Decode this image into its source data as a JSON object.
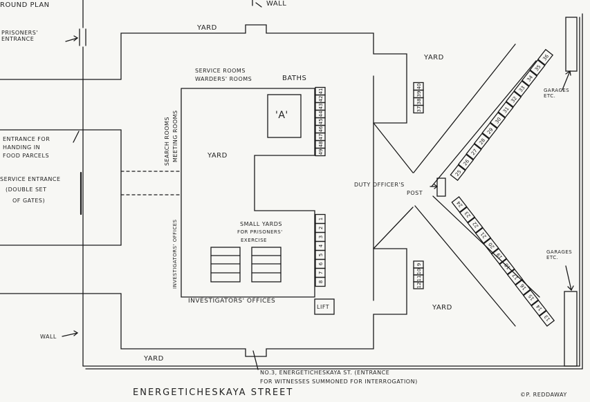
{
  "labels": {
    "round_plan": "ROUND PLAN",
    "wall_top": "WALL",
    "yard_top": "YARD",
    "prisoners_entrance": "PRISONERS' ENTRANCE",
    "yard_upper_right": "YARD",
    "service_rooms": "SERVICE ROOMS",
    "warders_rooms": "WARDERS' ROOMS",
    "baths": "BATHS",
    "room_a": "'A'",
    "search_rooms": "SEARCH ROOMS",
    "meeting_rooms": "MEETING ROOMS",
    "yard_center": "YARD",
    "entrance_food_1": "ENTRANCE FOR",
    "entrance_food_2": "HANDING IN",
    "entrance_food_3": "FOOD PARCELS",
    "service_entrance_1": "SERVICE ENTRANCE",
    "service_entrance_2": "(DOUBLE SET",
    "service_entrance_3": "OF GATES)",
    "duty_officer_1": "DUTY OFFICER'S",
    "duty_officer_2": "POST",
    "garages_top": "GARAGES ETC.",
    "garages_bottom": "GARAGES ETC.",
    "small_yards_1": "SMALL YARDS",
    "small_yards_2": "FOR PRISONERS'",
    "small_yards_3": "EXERCISE",
    "investigators_vertical": "INVESTIGATORS' OFFICES",
    "investigators_offices": "INVESTIGATORS' OFFICES",
    "lift": "LIFT",
    "yard_lower_right": "YARD",
    "wall_left": "WALL",
    "yard_bottom": "YARD",
    "entrance_note_1": "NO.3, ENERGETICHESKAYA ST. (ENTRANCE",
    "entrance_note_2": "FOR WITNESSES SUMMONED FOR INTERROGATION)",
    "street": "ENERGETICHESKAYA STREET",
    "credit": "©P. REDDAWAY"
  },
  "cells": {
    "baths_column": [
      "41",
      "42",
      "43",
      "44",
      "45",
      "46",
      "47",
      "48",
      "49"
    ],
    "top_inner": [
      "40",
      "39",
      "38",
      "37"
    ],
    "small_yards_column": [
      "1",
      "2",
      "3",
      "4",
      "5",
      "6",
      "7",
      "8"
    ],
    "bottom_inner": [
      "9",
      "10",
      "11",
      "12"
    ],
    "upper_wing": [
      "25",
      "26",
      "27",
      "28",
      "29",
      "30",
      "31",
      "32",
      "33",
      "34",
      "35",
      "36"
    ],
    "lower_wing": [
      "24",
      "23",
      "22",
      "21",
      "20",
      "19",
      "18",
      "17",
      "16",
      "15",
      "14",
      "13"
    ]
  }
}
